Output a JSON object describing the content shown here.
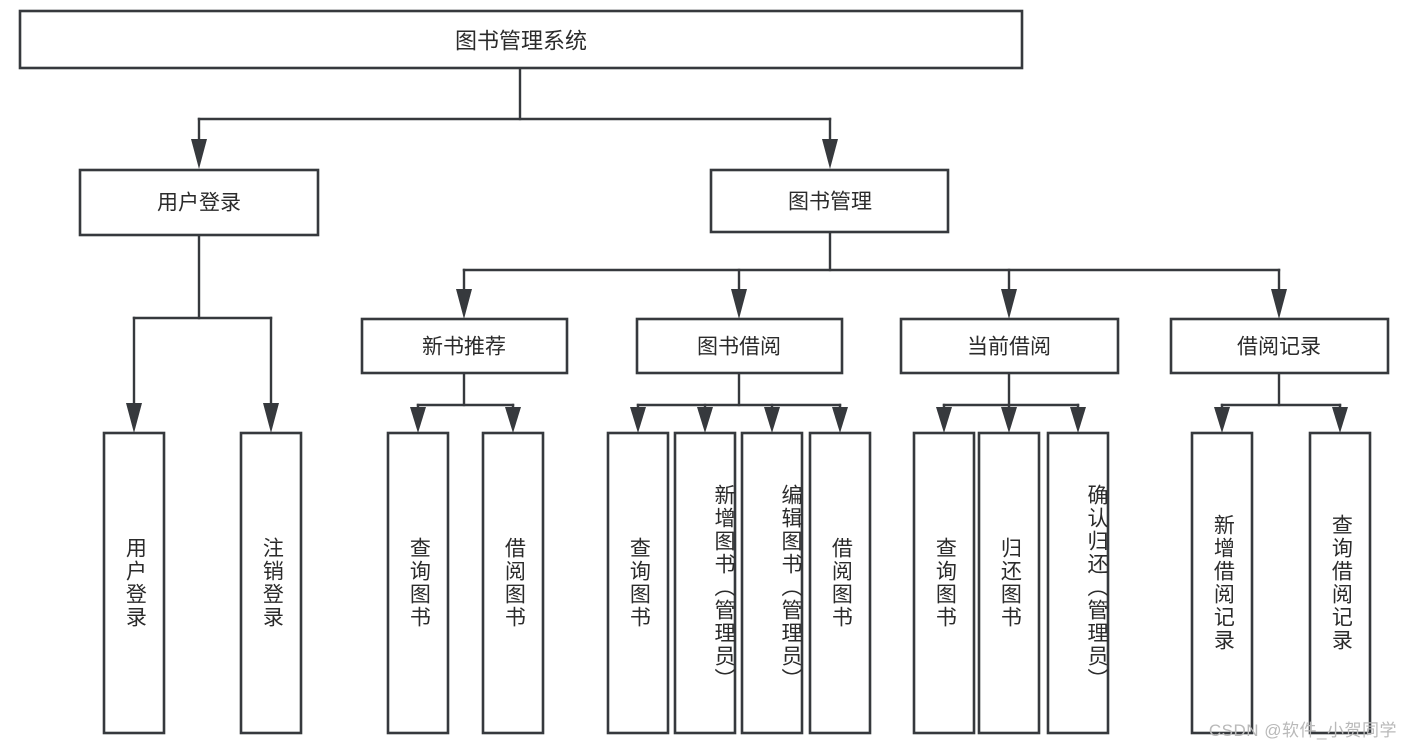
{
  "diagram": {
    "title_node": {
      "id": "root",
      "label": "图书管理系统"
    },
    "level2": [
      {
        "id": "user-login",
        "label": "用户登录"
      },
      {
        "id": "book-manage",
        "label": "图书管理"
      }
    ],
    "level3": [
      {
        "id": "new-book-rec",
        "label": "新书推荐"
      },
      {
        "id": "book-borrow",
        "label": "图书借阅"
      },
      {
        "id": "current-borrow",
        "label": "当前借阅"
      },
      {
        "id": "borrow-record",
        "label": "借阅记录"
      }
    ],
    "leaves": {
      "user_login": [
        {
          "id": "leaf-user-login",
          "label": "用户登录"
        },
        {
          "id": "leaf-logout-login",
          "label": "注销登录"
        }
      ],
      "new_book_rec": [
        {
          "id": "leaf-query-book-1",
          "label": "查询图书"
        },
        {
          "id": "leaf-borrow-book-1",
          "label": "借阅图书"
        }
      ],
      "book_borrow": [
        {
          "id": "leaf-query-book-2",
          "label": "查询图书"
        },
        {
          "id": "leaf-add-book",
          "label": "新增图书（管理员）"
        },
        {
          "id": "leaf-edit-book",
          "label": "编辑图书（管理员）"
        },
        {
          "id": "leaf-borrow-book-2",
          "label": "借阅图书"
        }
      ],
      "current_borrow": [
        {
          "id": "leaf-query-book-3",
          "label": "查询图书"
        },
        {
          "id": "leaf-return-book",
          "label": "归还图书"
        },
        {
          "id": "leaf-confirm-return",
          "label": "确认归还（管理员）"
        }
      ],
      "borrow_record": [
        {
          "id": "leaf-add-record",
          "label": "新增借阅记录"
        },
        {
          "id": "leaf-query-record",
          "label": "查询借阅记录"
        }
      ]
    }
  },
  "watermark": {
    "text": "CSDN @软件_小贺同学"
  },
  "colors": {
    "stroke": "#36393d",
    "box_fill": "#ffffff",
    "text": "#2b2b2b",
    "watermark": "#b9b9b9",
    "background": "#ffffff"
  }
}
